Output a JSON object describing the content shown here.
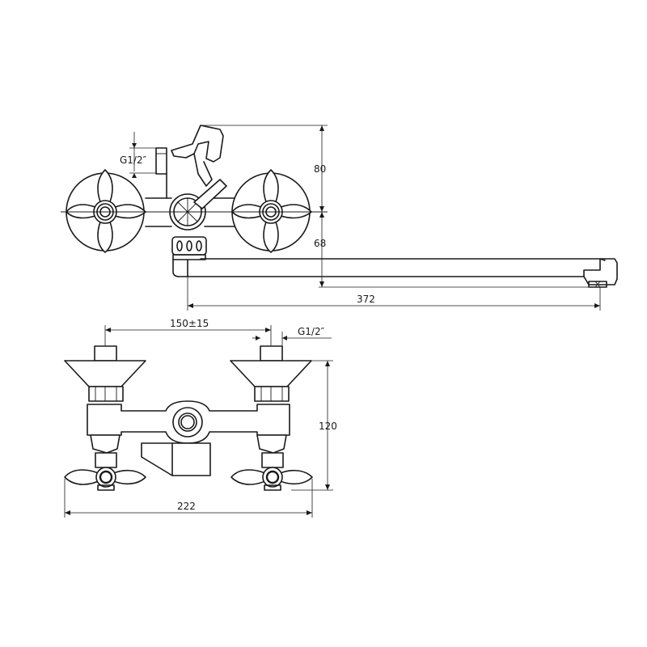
{
  "dimensions": {
    "top_thread": "G1/2″",
    "height_upper": "80",
    "height_lower": "68",
    "spout_length": "372",
    "center_distance": "150±15",
    "bottom_thread": "G1/2″",
    "front_height": "120",
    "overall_width": "222"
  }
}
